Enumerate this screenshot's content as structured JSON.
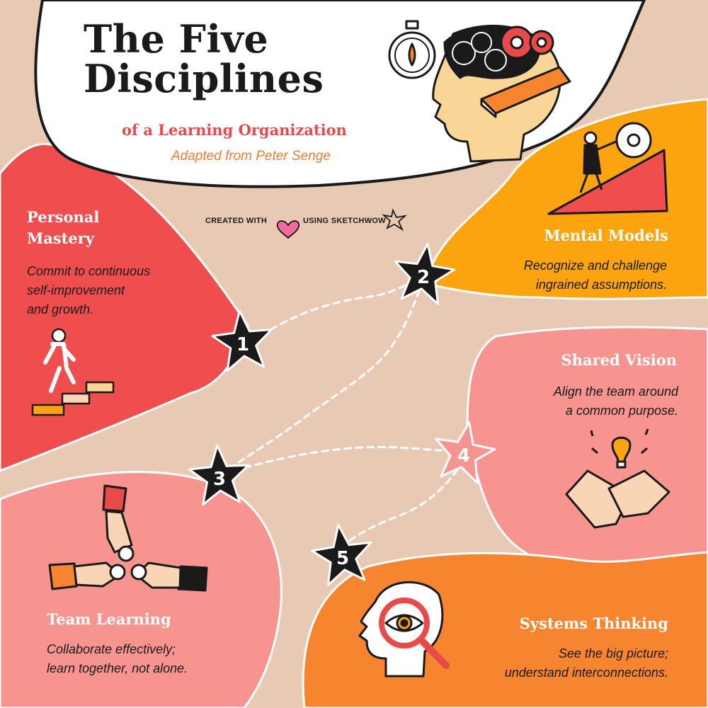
{
  "title": {
    "line1": "The Five",
    "line2": "Disciplines"
  },
  "subtitle": "of a Learning Organization",
  "adapted": "Adapted from Peter Senge",
  "credit": {
    "before": "CREATED WITH",
    "after": "USING SKETCHWOW"
  },
  "colors": {
    "background": "#e8c9b3",
    "header": "#ffffff",
    "personal_mastery": "#f04d4e",
    "mental_models": "#fca40f",
    "shared_vision": "#f79490",
    "team_learning": "#f79490",
    "systems_thinking": "#f7842e"
  },
  "disciplines": [
    {
      "number": "1",
      "title_line1": "Personal",
      "title_line2": "Mastery",
      "desc_line1": "Commit to continuous",
      "desc_line2": "self-improvement",
      "desc_line3": "and growth.",
      "icon": "climbing-stairs-icon"
    },
    {
      "number": "2",
      "title": "Mental Models",
      "desc_line1": "Recognize and challenge",
      "desc_line2": "ingrained assumptions.",
      "icon": "pushing-gear-uphill-icon"
    },
    {
      "number": "3",
      "title": "Team Learning",
      "desc_line1": "Collaborate effectively;",
      "desc_line2": "learn together, not alone.",
      "icon": "three-hands-puzzle-icon"
    },
    {
      "number": "4",
      "title": "Shared Vision",
      "desc_line1": "Align the team around",
      "desc_line2": "a common purpose.",
      "icon": "handshake-lightbulb-icon"
    },
    {
      "number": "5",
      "title": "Systems Thinking",
      "desc_line1": "See the big picture;",
      "desc_line2": "understand interconnections.",
      "icon": "head-magnifier-eye-icon"
    }
  ]
}
